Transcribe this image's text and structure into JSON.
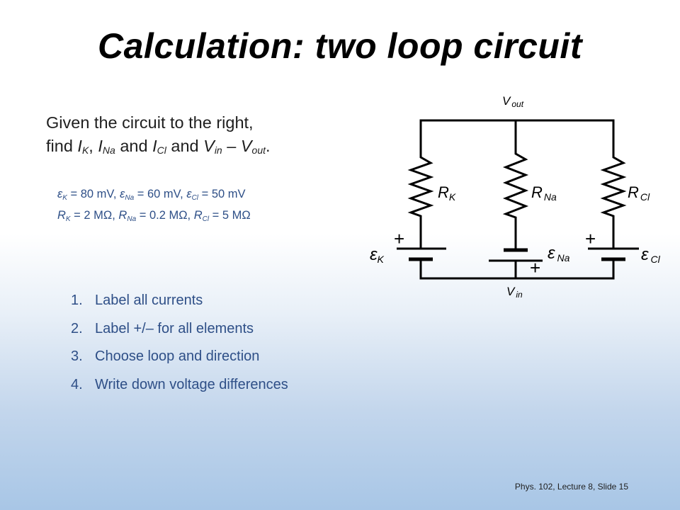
{
  "title": "Calculation: two loop circuit",
  "prompt": {
    "line1": "Given the circuit to the right,",
    "find": "find",
    "I": "I",
    "K": "K",
    "Na": "Na",
    "Cl": "Cl",
    "and": "and",
    "V": "V",
    "in": "in",
    "out": "out",
    "dash": "–",
    "comma": ",",
    "period": "."
  },
  "parameters": {
    "emf_line": {
      "eK": "ε",
      "K": "K",
      "eK_val": " = 80 mV, ",
      "eNa": "ε",
      "Na": "Na",
      "eNa_val": " = 60 mV, ",
      "eCl": "ε",
      "Cl": "Cl",
      "eCl_val": " = 50 mV"
    },
    "resistance_line": {
      "RK": "R",
      "K": "K",
      "RK_val": " = 2 MΩ, ",
      "RNa": "R",
      "Na": "Na",
      "RNa_val": " = 0.2 MΩ, ",
      "RCl": "R",
      "Cl": "Cl",
      "RCl_val": " = 5 MΩ"
    }
  },
  "steps": [
    {
      "num": "1.",
      "text": "Label all currents"
    },
    {
      "num": "2.",
      "text": "Label +/– for all elements"
    },
    {
      "num": "3.",
      "text": "Choose loop and direction"
    },
    {
      "num": "4.",
      "text": "Write down voltage differences"
    }
  ],
  "circuit": {
    "v_out": {
      "main": "V",
      "sub": "out"
    },
    "v_in": {
      "main": "V",
      "sub": "in"
    },
    "resistors": [
      {
        "main": "R",
        "sub": "K"
      },
      {
        "main": "R",
        "sub": "Na"
      },
      {
        "main": "R",
        "sub": "Cl"
      }
    ],
    "batteries": [
      {
        "main": "ε",
        "sub": "K",
        "plus": "+"
      },
      {
        "main": "ε",
        "sub": "Na",
        "plus": "+"
      },
      {
        "main": "ε",
        "sub": "Cl",
        "plus": "+"
      }
    ]
  },
  "footer": "Phys. 102, Lecture 8, Slide 15",
  "colors": {
    "accent_text": "#2e4f87",
    "body_text": "#1f1f1f",
    "wire": "#000000"
  }
}
